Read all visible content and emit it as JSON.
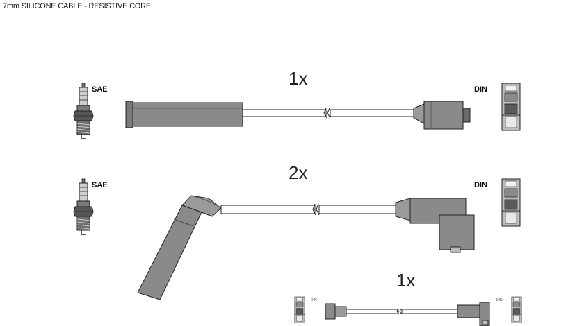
{
  "header": {
    "title": "7mm SILICONE CABLE - RESISTIVE CORE"
  },
  "rows": [
    {
      "quantity": "1x",
      "left_label": "SAE",
      "right_label": "DIN"
    },
    {
      "quantity": "2x",
      "left_label": "SAE",
      "right_label": "DIN"
    },
    {
      "quantity": "1x",
      "left_label": "DIN",
      "right_label": "DIN"
    }
  ],
  "colors": {
    "line": "#222222",
    "body_fill": "#8a8a8a",
    "boot_fill": "#9a9a9a",
    "light_fill": "#d9d9d9"
  }
}
